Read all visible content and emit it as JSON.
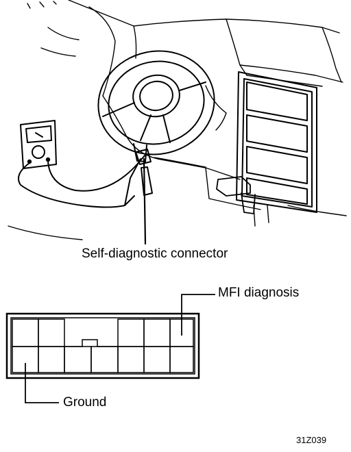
{
  "labels": {
    "connector": "Self-diagnostic connector",
    "mfi": "MFI  diagnosis",
    "ground": "Ground",
    "figure_code": "31Z039"
  }
}
